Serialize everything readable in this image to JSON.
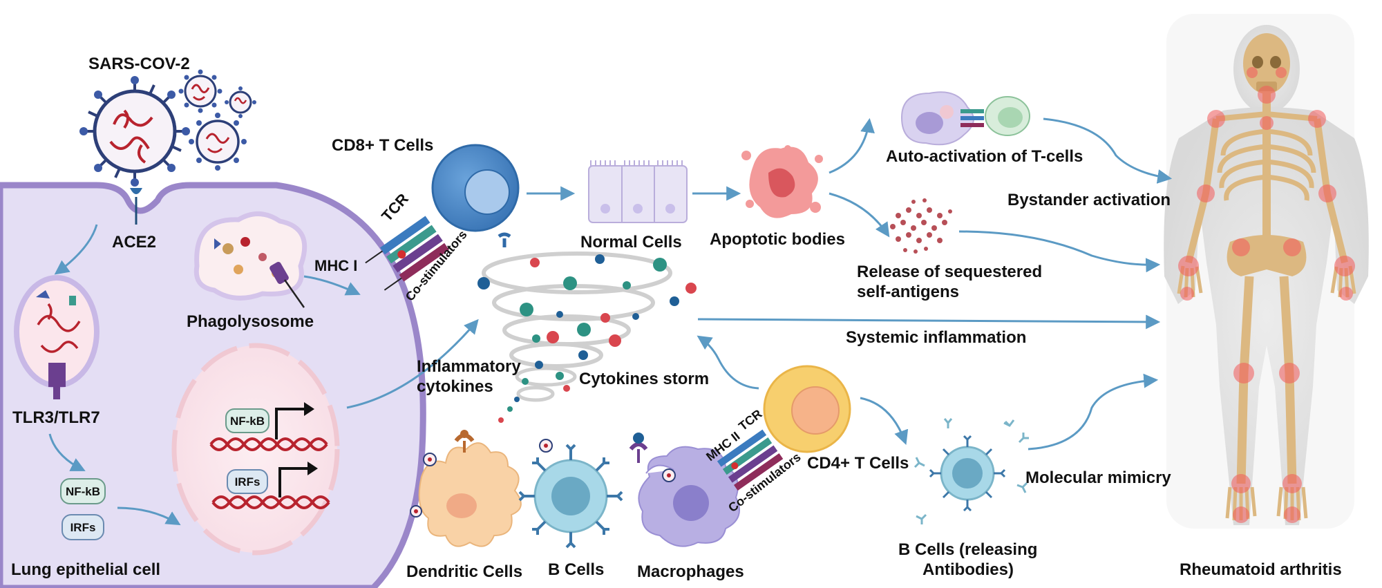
{
  "labels": {
    "virus": "SARS-COV-2",
    "receptor": "ACE2",
    "tlr": "TLR3/TLR7",
    "nfkb": "NF-kB",
    "irfs": "IRFs",
    "lung_cell": "Lung epithelial cell",
    "phagolysosome": "Phagolysosome",
    "mhc1": "MHC I",
    "tcr": "TCR",
    "costim": "Co-stimulators",
    "cd8": "CD8+ T Cells",
    "normal_cells": "Normal Cells",
    "apoptotic": "Apoptotic bodies",
    "auto_activation": "Auto-activation of T-cells",
    "bystander": "Bystander activation",
    "release_line1": "Release of sequestered",
    "release_line2": "self-antigens",
    "systemic": "Systemic inflammation",
    "inflam_line1": "Inflammatory",
    "inflam_line2": "cytokines",
    "storm": "Cytokines storm",
    "dendritic": "Dendritic Cells",
    "bcells": "B Cells",
    "macrophages": "Macrophages",
    "mhc2": "MHC II",
    "cd4": "CD4+ T Cells",
    "bcells_releasing_line1": "B Cells (releasing",
    "bcells_releasing_line2": "Antibodies)",
    "mimicry": "Molecular mimicry",
    "ra": "Rheumatoid arthritis"
  },
  "colors": {
    "arrow": "#5b9ac4",
    "cell_membrane": "#9a86c9",
    "cell_fill": "#e4def4",
    "nucleus_fill": "#fbe6ec",
    "dna": "#b8232e",
    "t_cell": "#4a86c6",
    "cd4_cell": "#f7cf6e",
    "joint_inflammation": "#f35b5b",
    "bone": "#dcb881"
  },
  "icons": [
    "virus-icon",
    "receptor-icon",
    "dna-icon",
    "skeleton-icon",
    "antibody-icon"
  ]
}
